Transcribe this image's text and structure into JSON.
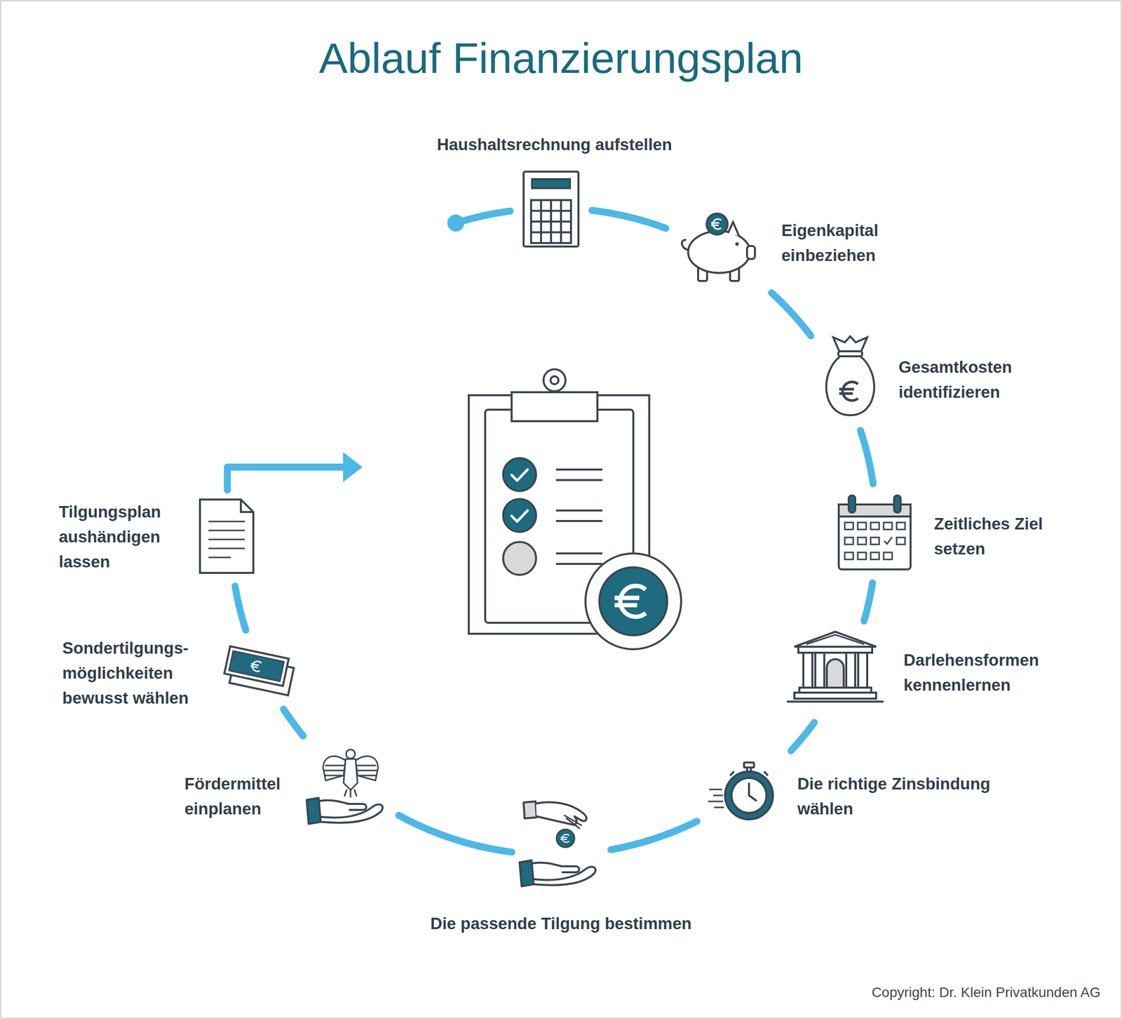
{
  "diagram": {
    "title": "Ablauf Finanzierungsplan",
    "caption": "Copyright: Dr. Klein Privatkunden AG",
    "nodes": [
      {
        "text": [
          "Haushaltsrechnung aufstellen"
        ]
      },
      {
        "text": [
          "Eigenkapital einbeziehen"
        ]
      },
      {
        "text": [
          "Gesamtkosten identifizieren"
        ]
      },
      {
        "text": [
          "Zeitliches Ziel setzen"
        ]
      },
      {
        "text": [
          "Darlehensformen kennenlernen"
        ]
      },
      {
        "text": [
          "Die richtige Zinsbindung wählen"
        ]
      },
      {
        "text": [
          "Die passende Tilgung bestimmen"
        ]
      },
      {
        "text": [
          "Fördermittel einplanen"
        ]
      },
      {
        "text": [
          "Sondertilgungs- möglichkeiten bewusst wählen"
        ]
      },
      {
        "text": [
          "Tilgungsplan aushändigen lassen"
        ]
      }
    ],
    "edges": [
      {
        "from": 0,
        "to": 1,
        "arrow": "none"
      },
      {
        "from": 1,
        "to": 2,
        "arrow": "none"
      },
      {
        "from": 2,
        "to": 3,
        "arrow": "none"
      },
      {
        "from": 3,
        "to": 4,
        "arrow": "none"
      },
      {
        "from": 4,
        "to": 5,
        "arrow": "none"
      },
      {
        "from": 5,
        "to": 6,
        "arrow": "none"
      },
      {
        "from": 6,
        "to": 7,
        "arrow": "none"
      },
      {
        "from": 7,
        "to": 8,
        "arrow": "none"
      },
      {
        "from": 8,
        "to": 9,
        "arrow": "none"
      }
    ]
  }
}
